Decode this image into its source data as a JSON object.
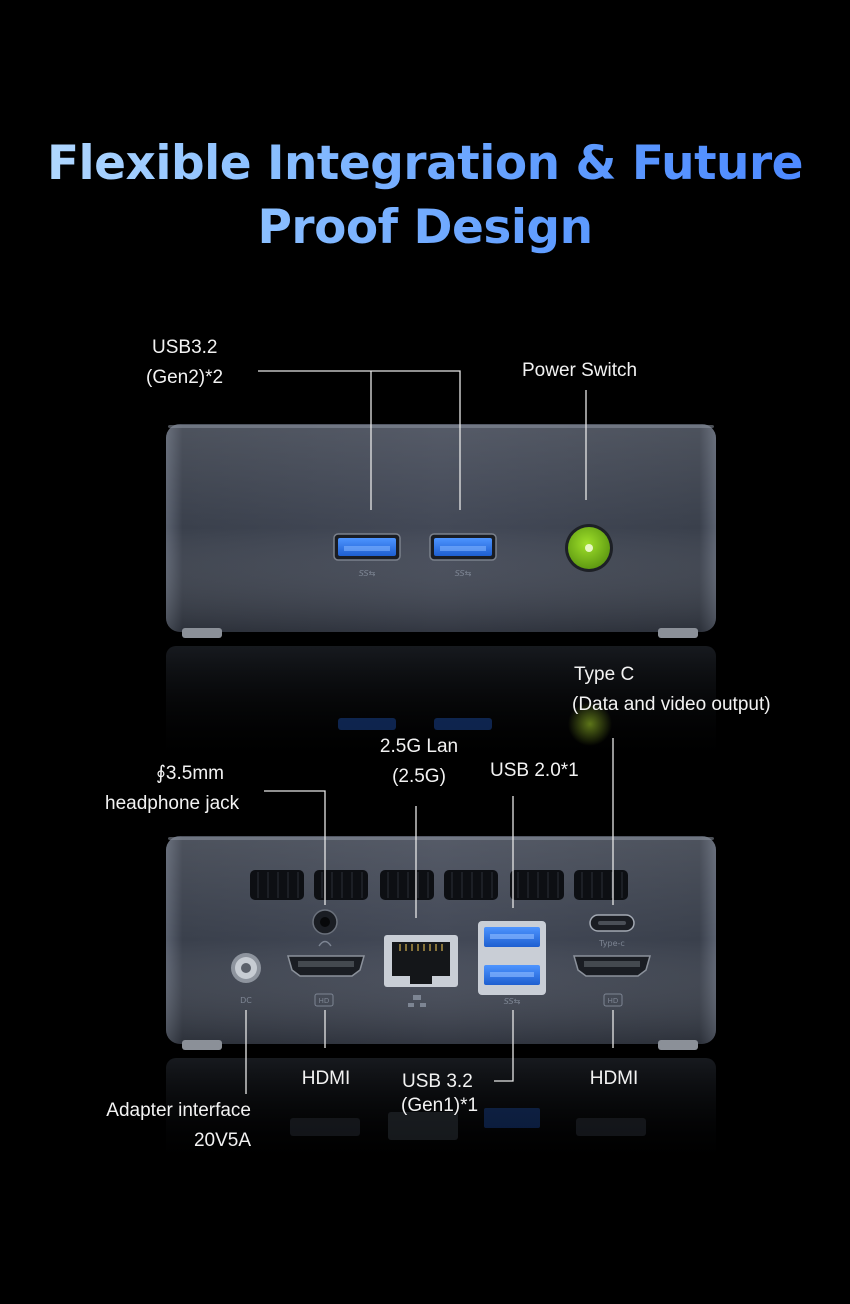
{
  "title": {
    "line1_a": "Flexible ",
    "line1_b": "Integration & Future",
    "line2": "Proof Design"
  },
  "front_labels": {
    "usb32_gen2_line1": "USB3.2",
    "usb32_gen2_line2": "(Gen2)*2",
    "power_switch": "Power Switch"
  },
  "front_port_marks": {
    "usb_ss_a": "SS⇆",
    "usb_ss_b": "SS⇆"
  },
  "rear_labels": {
    "type_c_line1": "Type C",
    "type_c_line2": "(Data and video output)",
    "lan_line1": "2.5G Lan",
    "lan_line2": "(2.5G)",
    "usb20": "USB 2.0*1",
    "headphone_line1": "∮3.5mm",
    "headphone_line2": "headphone jack",
    "hdmi_left": "HDMI",
    "usb32_gen1_line1": "USB 3.2",
    "usb32_gen1_line2": "(Gen1)*1",
    "hdmi_right": "HDMI",
    "adapter_line1": "Adapter interface",
    "adapter_line2": "20V5A"
  },
  "rear_port_marks": {
    "dc": "DC",
    "hd_left": "HD",
    "hd_right": "HD",
    "type_c": "Type-c",
    "usb_ss": "SS⇆"
  },
  "colors": {
    "background": "#000000",
    "title_gradient_start": "#b8dcff",
    "title_gradient_end": "#4a86ff",
    "chassis": "#3d4350",
    "usb_blue": "#2f7be8",
    "power_button": "#7cbf1a"
  }
}
